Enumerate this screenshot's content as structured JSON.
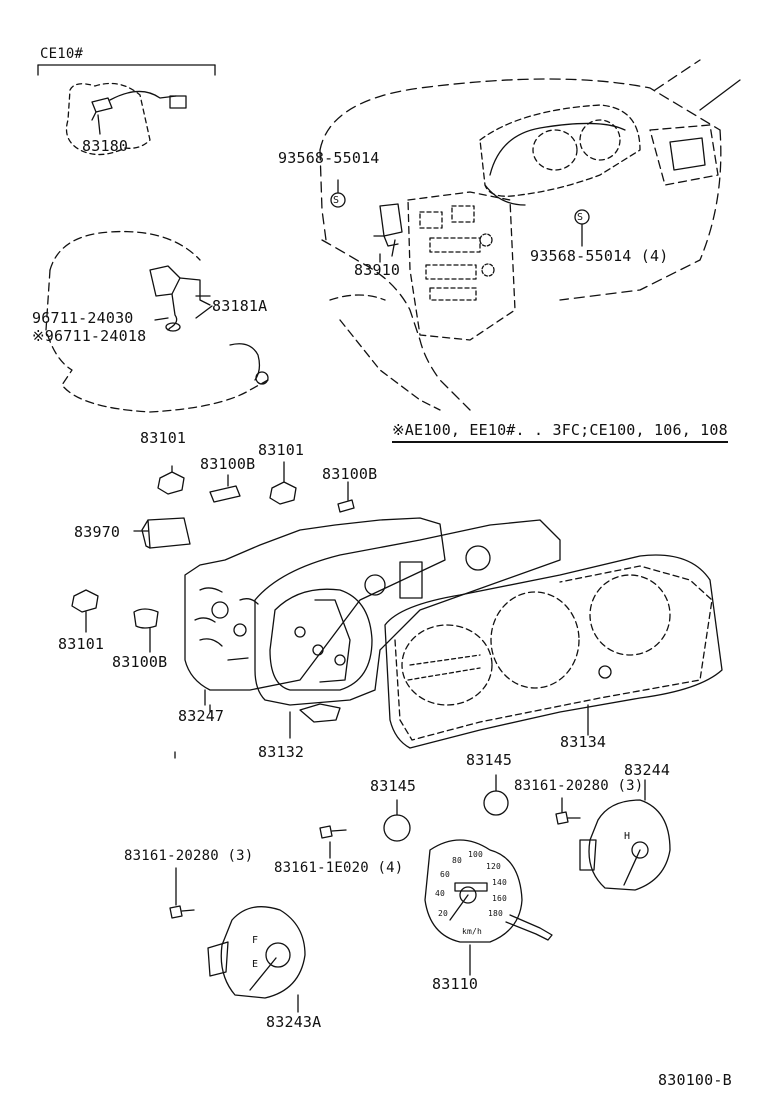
{
  "drawing_id": "830100-B",
  "variant_note": "CE10#",
  "applicability_note": "※AE100, EE10#. . 3FC;CE100, 106, 108",
  "symbol": "S",
  "colors": {
    "ink": "#111111",
    "paper": "#ffffff"
  },
  "parts": {
    "p83180": "83180",
    "p83181A": "83181A",
    "p96711_24030": "96711-24030",
    "p96711_24018": "※96711-24018",
    "p93568_55014": "93568-55014",
    "p93568_55014_4": "93568-55014 (4)",
    "p83910": "83910",
    "p83101_a": "83101",
    "p83100B_a": "83100B",
    "p83101_b": "83101",
    "p83100B_b": "83100B",
    "p83970": "83970",
    "p83101_c": "83101",
    "p83100B_c": "83100B",
    "p83247": "83247",
    "p83132": "83132",
    "p83134": "83134",
    "p83145_a": "83145",
    "p83145_b": "83145",
    "p83161_20280_a": "83161-20280 (3)",
    "p83244": "83244",
    "p83161_20280_b": "83161-20280 (3)",
    "p83161_1E020": "83161-1E020 (4)",
    "p83110": "83110",
    "p83243A": "83243A"
  },
  "gauge_text": {
    "speed_unit": "km/h",
    "speed_scale": [
      "20",
      "40",
      "60",
      "80",
      "100",
      "120",
      "140",
      "160",
      "180"
    ],
    "fuel_f": "F",
    "fuel_e": "E",
    "temp_h": "H"
  }
}
